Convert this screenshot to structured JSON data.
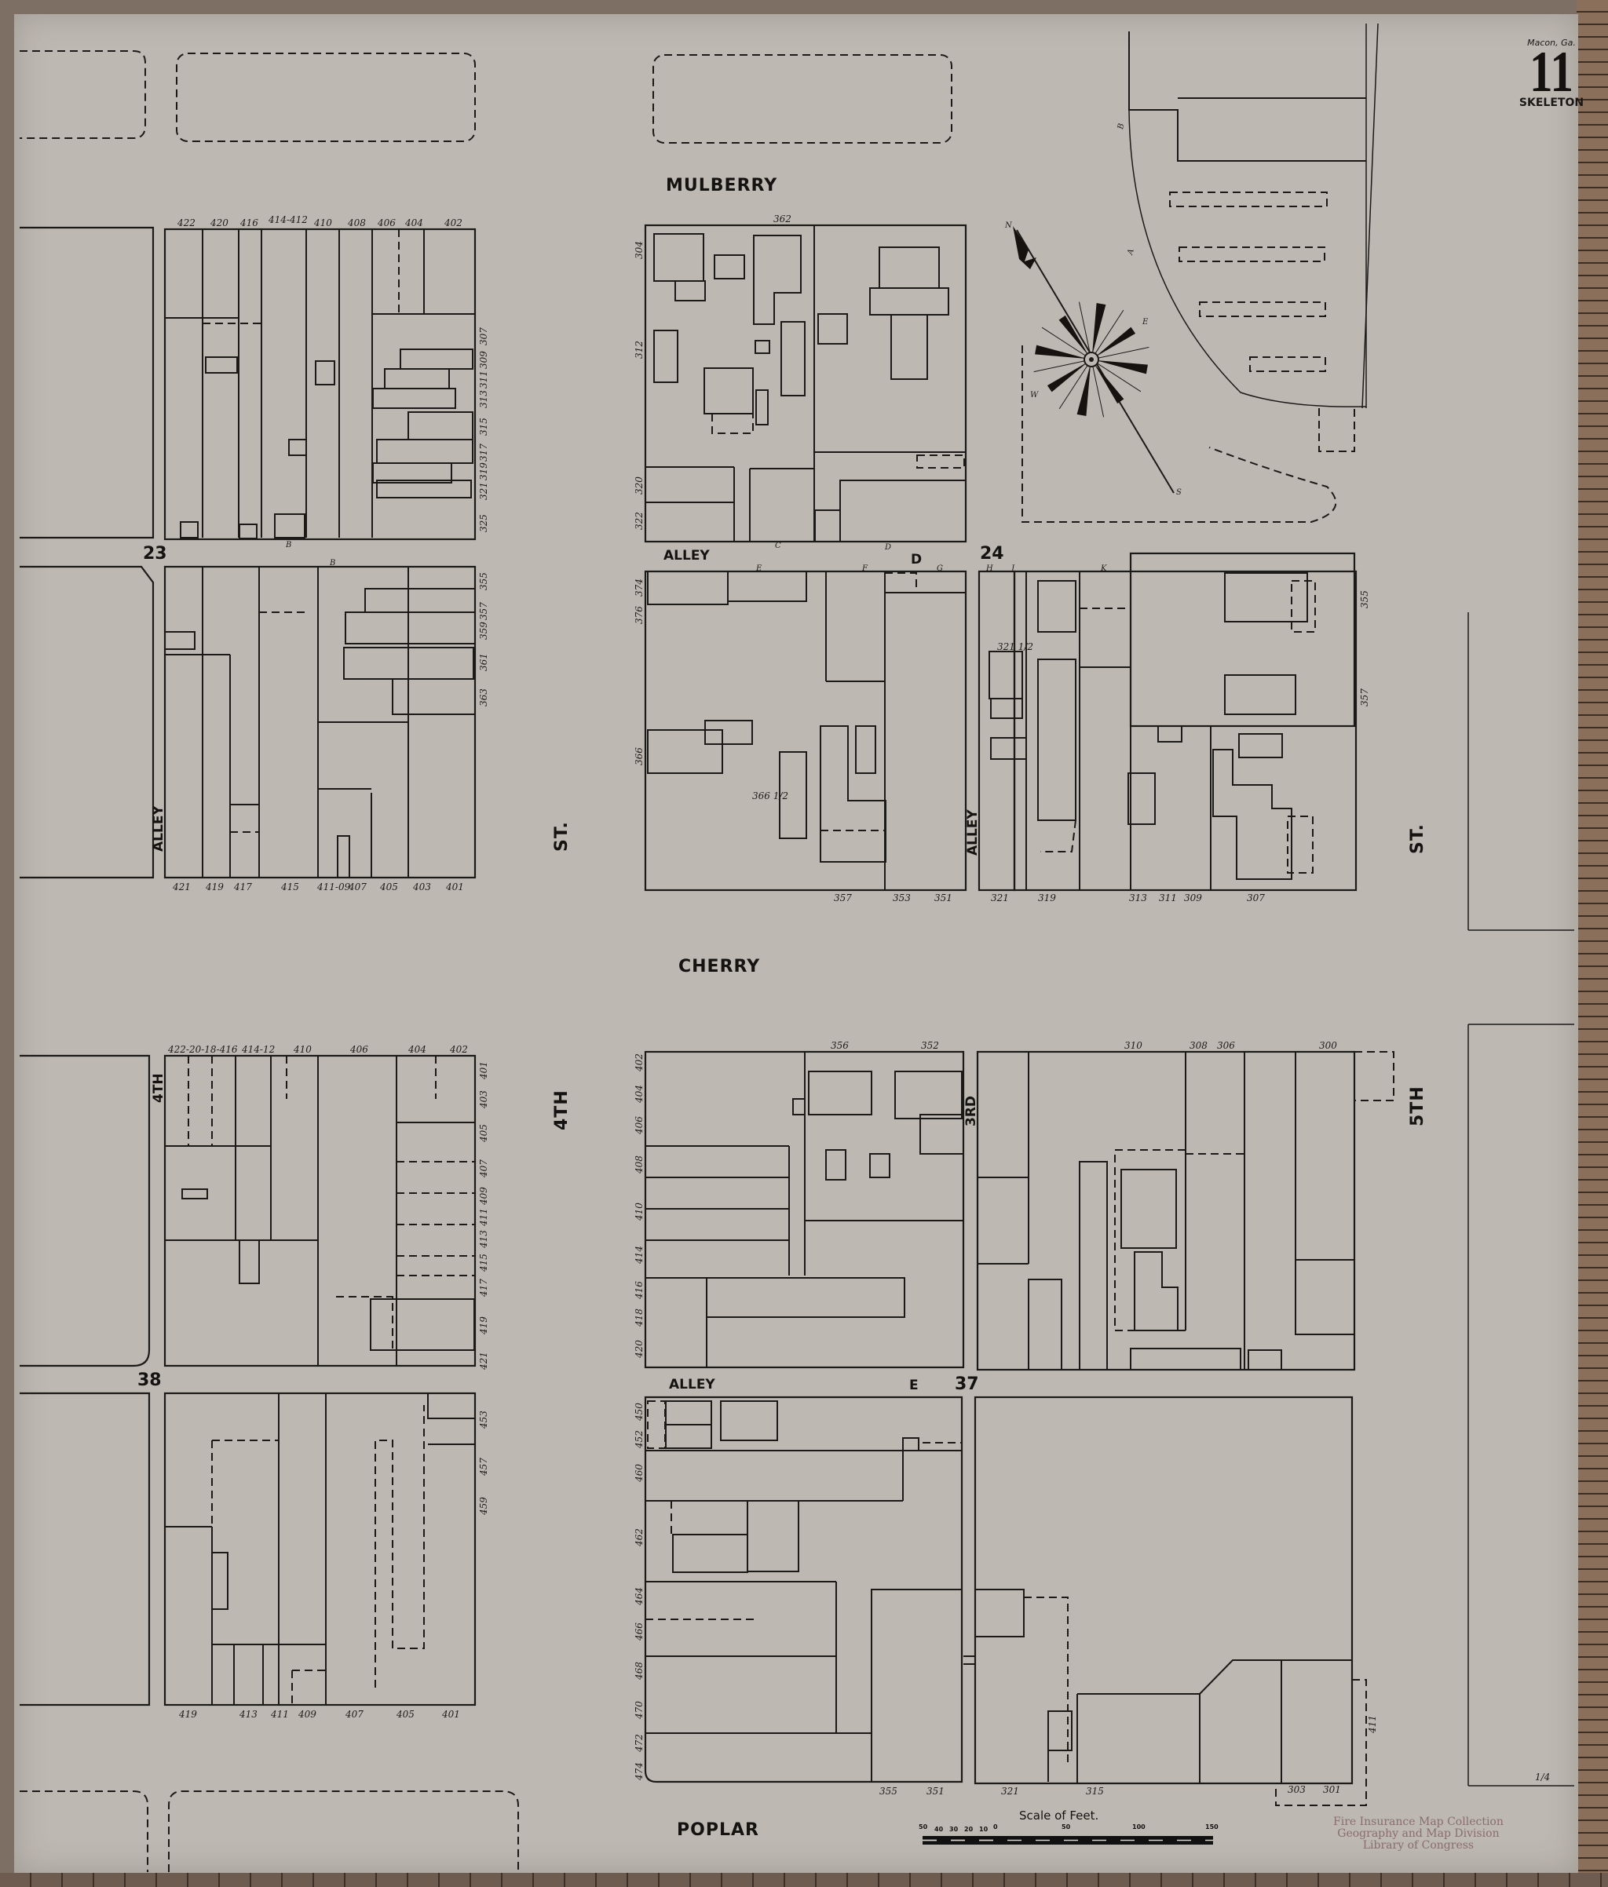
{
  "sheet": {
    "city": "Macon, Ga.",
    "number": "11",
    "kind": "SKELETON"
  },
  "streets": {
    "mulberry": "MULBERRY",
    "cherry": "CHERRY",
    "poplar": "POPLAR",
    "fourth_st_upper": "ST.",
    "fourth_st_lower": "4TH",
    "fifth_st_upper": "ST.",
    "fifth_st_lower": "5TH",
    "fourth_west": "4TH",
    "third": "3RD"
  },
  "alleys": {
    "nw_vertical": "ALLEY",
    "center_upper": "ALLEY",
    "east_vertical": "ALLEY",
    "center_lower": "ALLEY"
  },
  "block_numbers": {
    "b23": "23",
    "b24": "24",
    "b37": "37",
    "b38": "38"
  },
  "section_letters": {
    "d": "D",
    "e": "E",
    "B_top": "B",
    "B_mid": "B",
    "C": "C",
    "D_small": "D",
    "E_small": "E",
    "F": "F",
    "G": "G",
    "H": "H",
    "J": "J",
    "K": "K",
    "A_rail": "A",
    "B_rail": "B"
  },
  "addresses": {
    "nw_block_top": [
      "422",
      "420",
      "416",
      "414-412",
      "410",
      "408",
      "406",
      "404",
      "402"
    ],
    "nw_block_right": [
      "307",
      "309",
      "311",
      "313",
      "315",
      "317",
      "319",
      "321",
      "325"
    ],
    "w_block_right": [
      "355",
      "357",
      "359",
      "361",
      "363"
    ],
    "w_block_bottom": [
      "421",
      "419",
      "417",
      "415",
      "411-09",
      "407",
      "405",
      "403",
      "401"
    ],
    "n_center_top": [
      "362"
    ],
    "n_center_left": [
      "304",
      "312",
      "320",
      "322"
    ],
    "c_center_left": [
      "374",
      "376",
      "366"
    ],
    "c_center_inner": "366 1/2",
    "c_center_bottom": [
      "357",
      "353",
      "351"
    ],
    "b24_bottom": [
      "321",
      "319",
      "313",
      "311",
      "309",
      "307"
    ],
    "b24_inner": "321 1/2",
    "b24_right": [
      "355",
      "357"
    ],
    "sw_block_top": [
      "422-20-18-416",
      "414-12",
      "410",
      "406",
      "404",
      "402"
    ],
    "sw_block_right": [
      "401",
      "403",
      "405",
      "407",
      "409",
      "411",
      "413",
      "415",
      "417",
      "419",
      "421"
    ],
    "s_center_top": [
      "356",
      "352"
    ],
    "s_center_left": [
      "402",
      "404",
      "406",
      "408",
      "410",
      "414",
      "416",
      "418",
      "420"
    ],
    "se_block_top": [
      "310",
      "308",
      "306",
      "300"
    ],
    "b38_right": [
      "453",
      "457",
      "459"
    ],
    "b38_bottom": [
      "419",
      "413",
      "411",
      "409",
      "407",
      "405",
      "401"
    ],
    "b37_left": [
      "450",
      "452",
      "460",
      "462",
      "464",
      "466",
      "468",
      "470",
      "472",
      "474"
    ],
    "b37_bottom": [
      "355",
      "351"
    ],
    "b37e_bottom": [
      "321",
      "315",
      "303",
      "301"
    ],
    "b37e_right": [
      "411"
    ],
    "corner_note": "1/4"
  },
  "compass": {
    "n": "N",
    "e": "E",
    "w": "W",
    "s": "S"
  },
  "scale": {
    "title": "Scale of Feet.",
    "ticks": [
      "50",
      "40",
      "30",
      "20",
      "10",
      "0",
      "50",
      "100",
      "150"
    ]
  },
  "stamp": {
    "line1": "Fire Insurance Map Collection",
    "line2": "Geography and Map Division",
    "line3": "Library of Congress"
  }
}
